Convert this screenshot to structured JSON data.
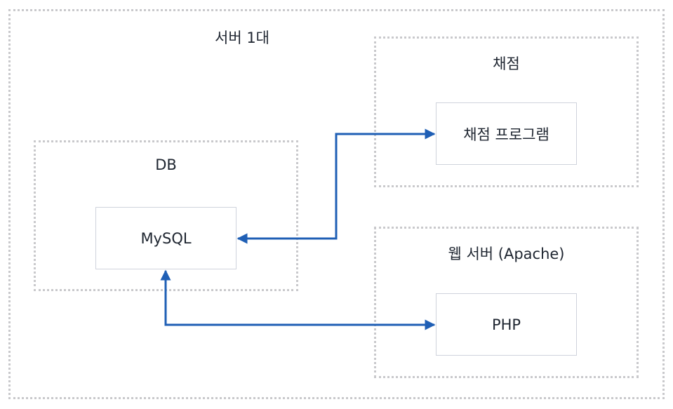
{
  "diagram": {
    "accent_color": "#1f5fb5",
    "groups": {
      "server": {
        "label": "서버 1대"
      },
      "db": {
        "label": "DB"
      },
      "grading": {
        "label": "채점"
      },
      "webserver": {
        "label": "웹 서버 (Apache)"
      }
    },
    "nodes": {
      "mysql": {
        "label": "MySQL"
      },
      "grading_program": {
        "label": "채점 프로그램"
      },
      "php": {
        "label": "PHP"
      }
    },
    "edges": [
      {
        "from": "mysql",
        "to": "grading_program",
        "bidirectional": true
      },
      {
        "from": "mysql",
        "to": "php",
        "bidirectional": true
      }
    ]
  }
}
